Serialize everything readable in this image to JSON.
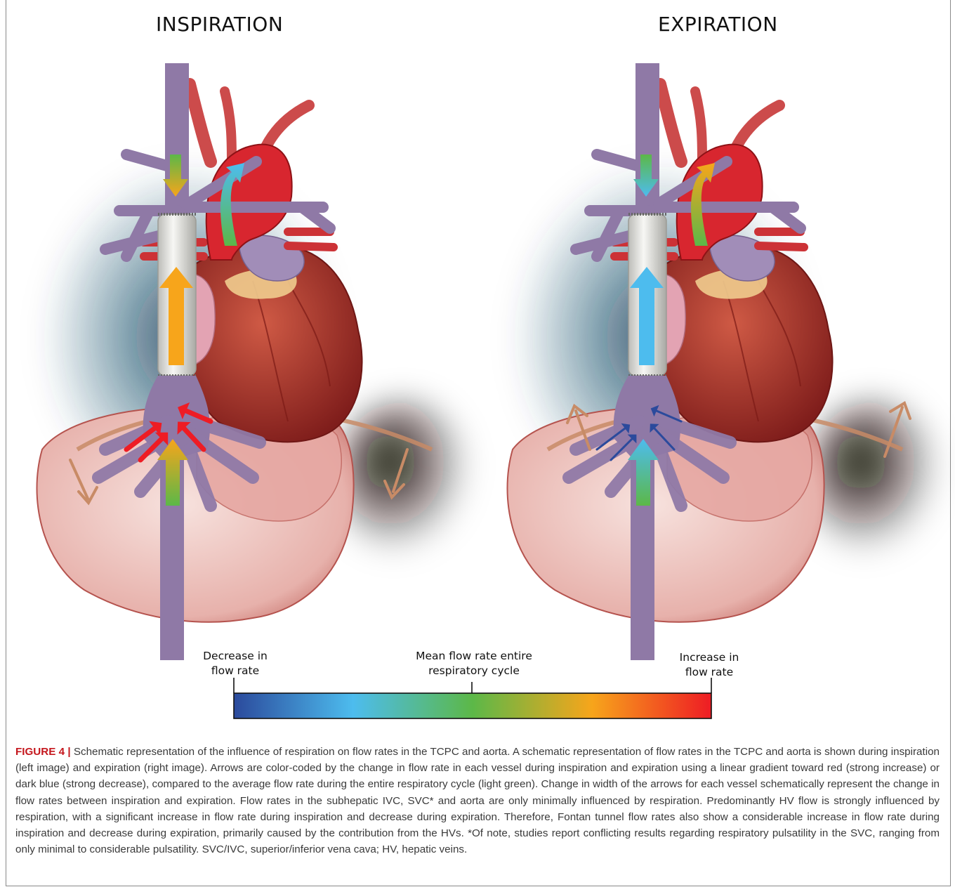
{
  "panels": {
    "left_title": "INSPIRATION",
    "right_title": "EXPIRATION"
  },
  "legend": {
    "decrease_line1": "Decrease in",
    "decrease_line2": "flow rate",
    "mean_line1": "Mean flow rate entire",
    "mean_line2": "respiratory cycle",
    "increase_line1": "Increase in",
    "increase_line2": "flow rate",
    "gradient_colors": [
      "#2b4a9c",
      "#4dbcee",
      "#5cb848",
      "#f7a51b",
      "#ee1c24"
    ]
  },
  "caption": {
    "label": "FIGURE 4 |",
    "text": " Schematic representation of the influence of respiration on flow rates in the TCPC and aorta. A schematic representation of flow rates in the TCPC and aorta is shown during inspiration (left image) and expiration (right image). Arrows are color-coded by the change in flow rate in each vessel during inspiration and expiration using a linear gradient toward red (strong increase) or dark blue (strong decrease), compared to the average flow rate during the entire respiratory cycle (light green). Change in width of the arrows for each vessel schematically represent the change in flow rates between inspiration and expiration. Flow rates in the subhepatic IVC, SVC* and aorta are only minimally influenced by respiration. Predominantly HV flow is strongly influenced by respiration, with a significant increase in flow rate during inspiration and decrease during expiration. Therefore, Fontan tunnel flow rates also show a considerable increase in flow rate during inspiration and decrease during expiration, primarily caused by the contribution from the HVs. *Of note, studies report conflicting results regarding respiratory pulsatility in the SVC, ranging from only minimal to considerable pulsatility. SVC/IVC, superior/inferior vena cava; HV, hepatic veins."
  },
  "illustration": {
    "colors": {
      "vein": "#8f79a6",
      "aorta": "#d8262f",
      "heart": "#b8392f",
      "liver": "#e7b1ab",
      "tunnel": "#e9e9e6",
      "diaphragm": "#c88b66",
      "shadow": "#0c3f5c"
    },
    "inspiration": {
      "svc_arrow": [
        "#5cb848",
        "#f7a51b"
      ],
      "aorta_arrow": [
        "#5cb848",
        "#4dbcee"
      ],
      "tunnel_arrow": [
        "#f7a51b",
        "#f7a51b"
      ],
      "ivc_arrow": [
        "#5cb848",
        "#f7a51b"
      ],
      "hv_arrow": "#ee1c24",
      "diaphragm_motion": "down"
    },
    "expiration": {
      "svc_arrow": [
        "#5cb848",
        "#4dbcee"
      ],
      "aorta_arrow": [
        "#5cb848",
        "#f7a51b"
      ],
      "tunnel_arrow": [
        "#4dbcee",
        "#4dbcee"
      ],
      "ivc_arrow": [
        "#5cb848",
        "#4dbcee"
      ],
      "hv_arrow": "#2b4a9c",
      "diaphragm_motion": "up"
    }
  }
}
